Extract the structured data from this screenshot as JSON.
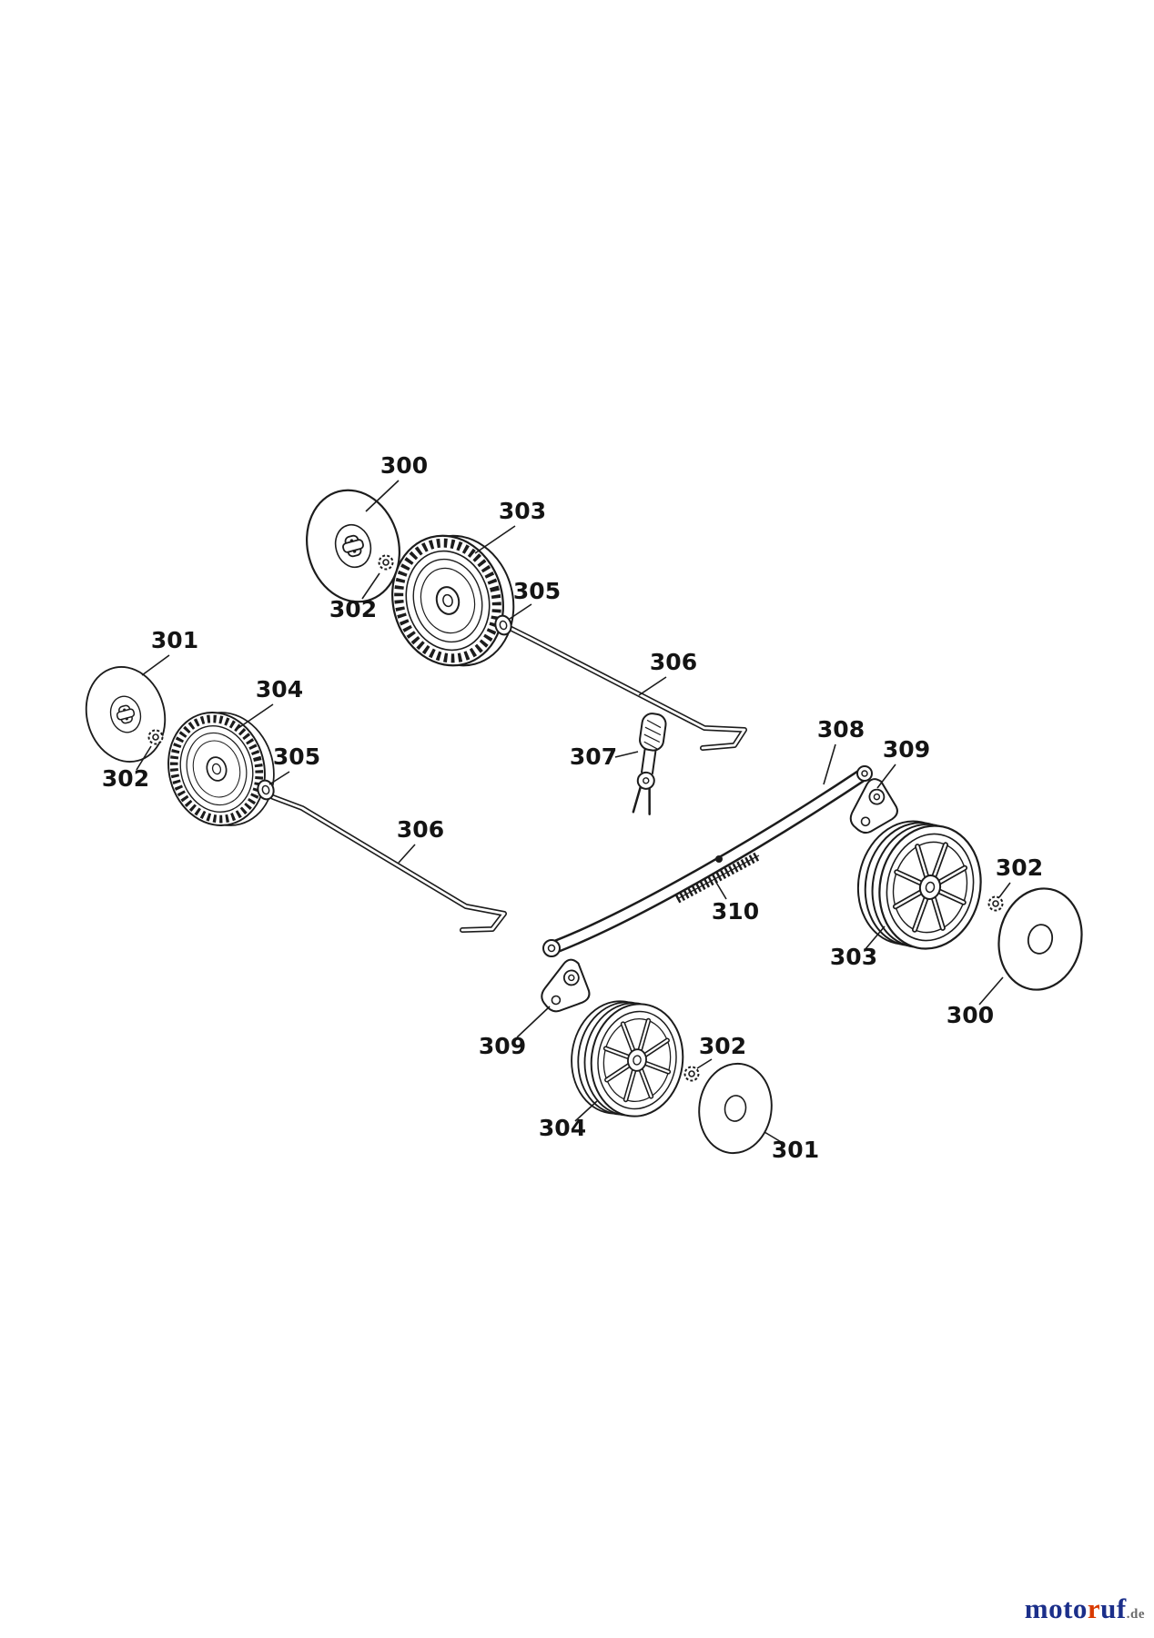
{
  "figure": {
    "type": "exploded-parts-diagram",
    "subject": "Wheels, axles and height adjustment assembly",
    "callouts": [
      {
        "text": "300"
      },
      {
        "text": "303"
      },
      {
        "text": "302"
      },
      {
        "text": "305"
      },
      {
        "text": "301"
      },
      {
        "text": "304"
      },
      {
        "text": "302"
      },
      {
        "text": "305"
      },
      {
        "text": "306"
      },
      {
        "text": "306"
      },
      {
        "text": "307"
      },
      {
        "text": "308"
      },
      {
        "text": "309"
      },
      {
        "text": "310"
      },
      {
        "text": "303"
      },
      {
        "text": "302"
      },
      {
        "text": "300"
      },
      {
        "text": "309"
      },
      {
        "text": "302"
      },
      {
        "text": "304"
      },
      {
        "text": "301"
      }
    ]
  },
  "logo": {
    "part1": "moto",
    "part2": "r",
    "part3": "uf",
    "tld": ".de"
  },
  "colors": {
    "line": "#1c1c1c",
    "background": "#ffffff",
    "logo_blue": "#1b2f8a",
    "logo_red": "#d93a00",
    "logo_gray": "#6b6b6b"
  }
}
